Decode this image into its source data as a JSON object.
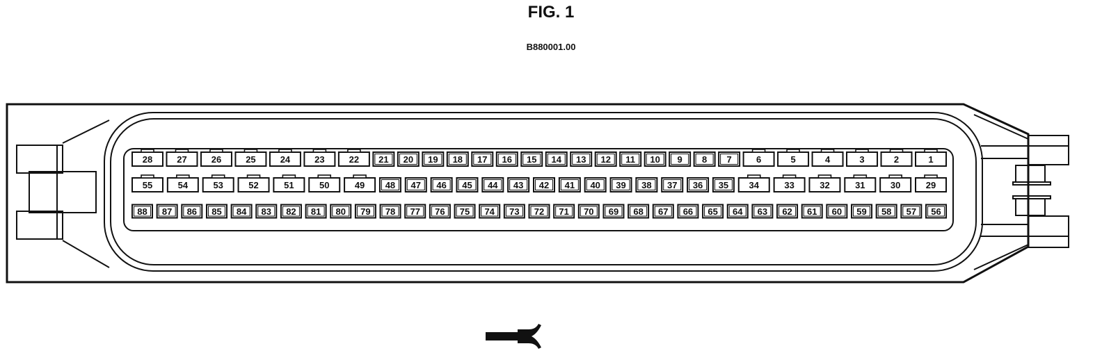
{
  "figure": {
    "title": "FIG. 1",
    "code": "B880001.00"
  },
  "connector": {
    "rows": [
      {
        "pins": [
          "28",
          "27",
          "26",
          "25",
          "24",
          "23",
          "22",
          "21",
          "20",
          "19",
          "18",
          "17",
          "16",
          "15",
          "14",
          "13",
          "12",
          "11",
          "10",
          "9",
          "8",
          "7",
          "6",
          "5",
          "4",
          "3",
          "2",
          "1"
        ],
        "tabbed": [
          "28",
          "27",
          "26",
          "25",
          "24",
          "23",
          "22",
          "6",
          "5",
          "4",
          "3",
          "2",
          "1"
        ]
      },
      {
        "pins": [
          "55",
          "54",
          "53",
          "52",
          "51",
          "50",
          "49",
          "48",
          "47",
          "46",
          "45",
          "44",
          "43",
          "42",
          "41",
          "40",
          "39",
          "38",
          "37",
          "36",
          "35",
          "34",
          "33",
          "32",
          "31",
          "30",
          "29"
        ],
        "tabbed": [
          "55",
          "54",
          "53",
          "52",
          "51",
          "50",
          "49",
          "34",
          "33",
          "32",
          "31",
          "30",
          "29"
        ]
      },
      {
        "pins": [
          "88",
          "87",
          "86",
          "85",
          "84",
          "83",
          "82",
          "81",
          "80",
          "79",
          "78",
          "77",
          "76",
          "75",
          "74",
          "73",
          "72",
          "71",
          "70",
          "69",
          "68",
          "67",
          "66",
          "65",
          "64",
          "63",
          "62",
          "61",
          "60",
          "59",
          "58",
          "57",
          "56"
        ],
        "tabbed": []
      }
    ]
  },
  "icons": [
    "connector-outline",
    "terminal-probe-icon"
  ]
}
